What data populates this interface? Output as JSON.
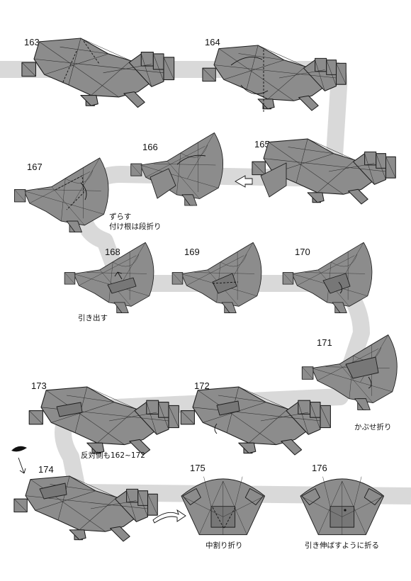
{
  "steps": [
    {
      "num": "163"
    },
    {
      "num": "164"
    },
    {
      "num": "165"
    },
    {
      "num": "166"
    },
    {
      "num": "167"
    },
    {
      "num": "168"
    },
    {
      "num": "169"
    },
    {
      "num": "170"
    },
    {
      "num": "171"
    },
    {
      "num": "172"
    },
    {
      "num": "173"
    },
    {
      "num": "174"
    },
    {
      "num": "175"
    },
    {
      "num": "176"
    }
  ],
  "captions": {
    "c167_line1": "ずらす",
    "c167_line2": "付け根は段折り",
    "c168": "引き出す",
    "c171": "かぶせ折り",
    "c173": "反対側も162~172",
    "c175": "中割り折り",
    "c176": "引き伸ばすように折る"
  }
}
